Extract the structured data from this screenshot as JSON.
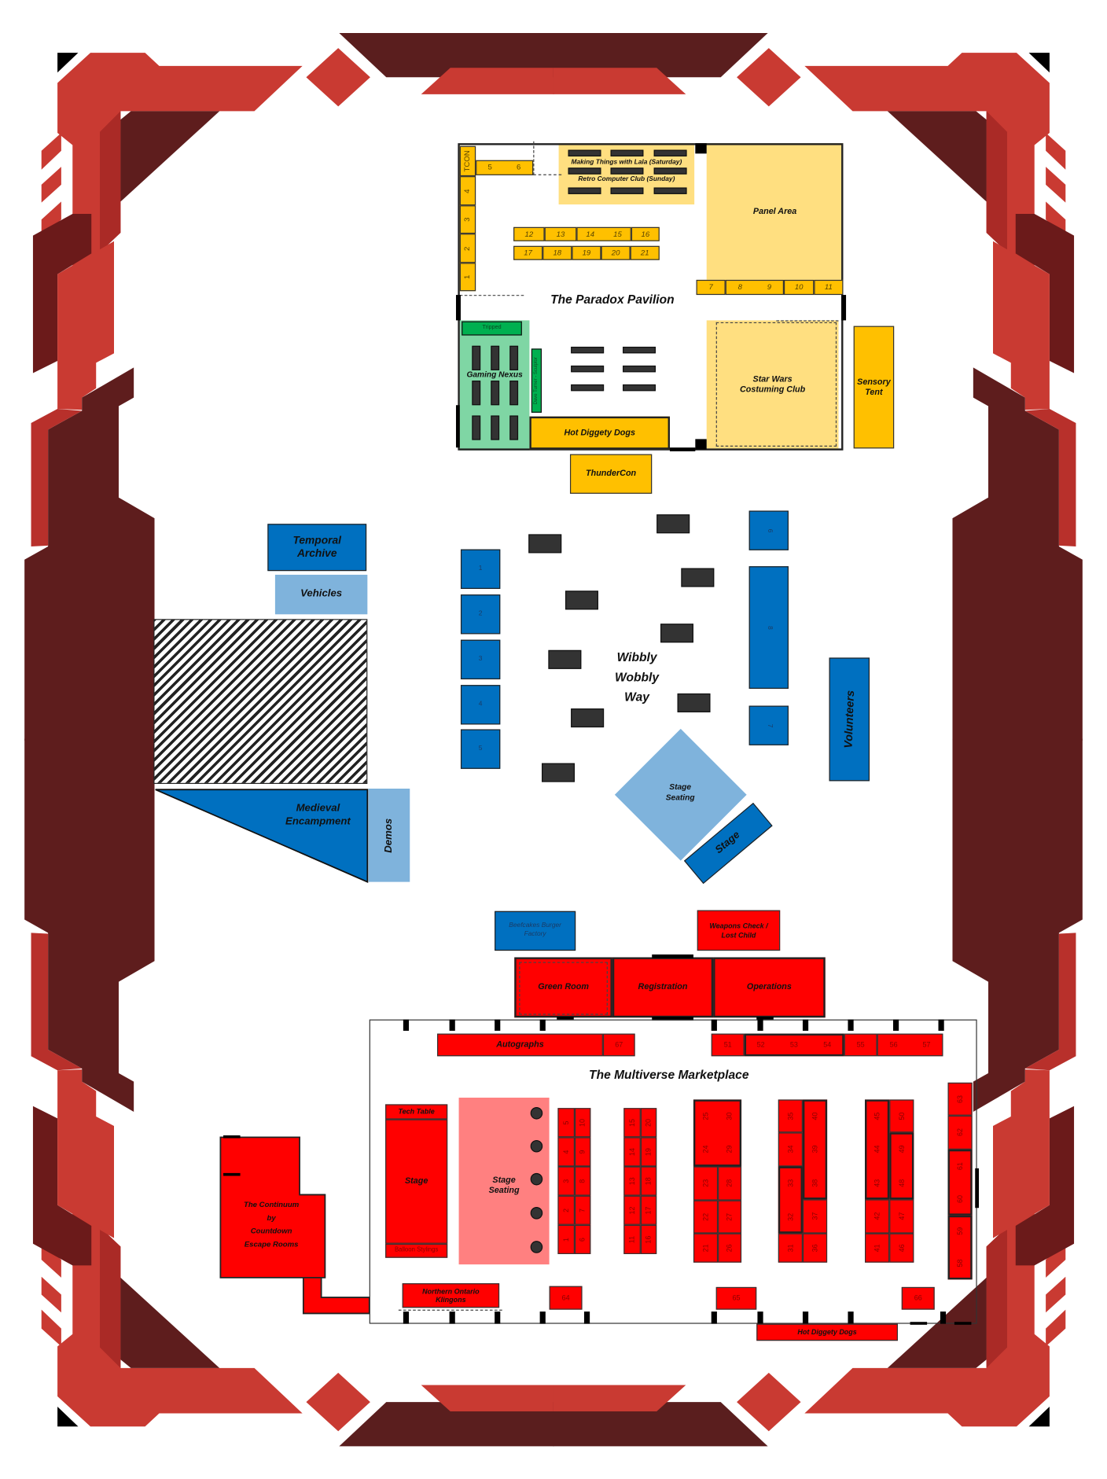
{
  "colors": {
    "frame_bright": "#c93a32",
    "frame_dark": "#5e1d1d",
    "pavilion": "#ffc000",
    "wibbly": "#0070c0",
    "marketplace": "#ff0000",
    "gaming": "#00b050"
  },
  "paradox_pavilion": {
    "title": "The Paradox Pavilion",
    "tcon": "TCON",
    "booths_left": [
      "1",
      "2",
      "3",
      "4"
    ],
    "booths_top": [
      "5",
      "6"
    ],
    "making_things": "Making Things with Lala (Saturday)",
    "retro_computer": "Retro Computer Club (Sunday)",
    "panel_area": "Panel Area",
    "row_a": [
      "12",
      "13",
      "14",
      "15",
      "16"
    ],
    "row_b": [
      "17",
      "18",
      "19",
      "20",
      "21"
    ],
    "row_right": [
      "7",
      "8",
      "9",
      "10",
      "11"
    ],
    "gaming_nexus": "Gaming Nexus",
    "tripped": "Tripped",
    "dave_turner": "Dave Turner - Sculptor",
    "hot_diggety_dogs": "Hot Diggety Dogs",
    "star_wars": [
      "Star Wars",
      "Costuming Club"
    ]
  },
  "sensory_tent": [
    "Sensory",
    "Tent"
  ],
  "thundercon": "ThunderCon",
  "wibbly": {
    "title": [
      "Wibbly",
      "Wobbly",
      "Way"
    ],
    "booths": [
      "1",
      "2",
      "3",
      "4",
      "5",
      "6",
      "7",
      "8"
    ],
    "volunteers": "Volunteers",
    "stage_seating": [
      "Stage",
      "Seating"
    ],
    "stage": "Stage"
  },
  "west": {
    "temporal_archive": [
      "Temporal",
      "Archive"
    ],
    "vehicles": "Vehicles",
    "medieval": [
      "Medieval",
      "Encampment"
    ],
    "demos": "Demos"
  },
  "beefcakes": [
    "Beefcakes Burger",
    "Factory"
  ],
  "weapons_check": [
    "Weapons Check /",
    "Lost Child"
  ],
  "green_room": "Green Room",
  "registration": "Registration",
  "operations": "Operations",
  "marketplace": {
    "title": "The Multiverse Marketplace",
    "autographs": "Autographs",
    "tech_table": "Tech Table",
    "stage": "Stage",
    "balloon": "Balloon Stylings",
    "stage_seating": [
      "Stage",
      "Seating"
    ],
    "klingons": [
      "Northern Ontario",
      "Klingons"
    ],
    "hot_diggety_dogs": "Hot Diggety Dogs",
    "b": {
      "1": "1",
      "2": "2",
      "3": "3",
      "4": "4",
      "5": "5",
      "6": "6",
      "7": "7",
      "8": "8",
      "9": "9",
      "10": "10",
      "11": "11",
      "12": "12",
      "13": "13",
      "14": "14",
      "15": "15",
      "16": "16",
      "17": "17",
      "18": "18",
      "19": "19",
      "20": "20",
      "21": "21",
      "22": "22",
      "23": "23",
      "24": "24",
      "25": "25",
      "26": "26",
      "27": "27",
      "28": "28",
      "29": "29",
      "30": "30",
      "31": "31",
      "32": "32",
      "33": "33",
      "34": "34",
      "35": "35",
      "36": "36",
      "37": "37",
      "38": "38",
      "39": "39",
      "40": "40",
      "41": "41",
      "42": "42",
      "43": "43",
      "44": "44",
      "45": "45",
      "46": "46",
      "47": "47",
      "48": "48",
      "49": "49",
      "50": "50",
      "51": "51",
      "52": "52",
      "53": "53",
      "54": "54",
      "55": "55",
      "56": "56",
      "57": "57",
      "58": "58",
      "59": "59",
      "60": "60",
      "61": "61",
      "62": "62",
      "63": "63",
      "64": "64",
      "65": "65",
      "66": "66",
      "67": "67"
    }
  },
  "continuum": [
    "The Continuum",
    "by",
    "Countdown",
    "Escape Rooms"
  ]
}
